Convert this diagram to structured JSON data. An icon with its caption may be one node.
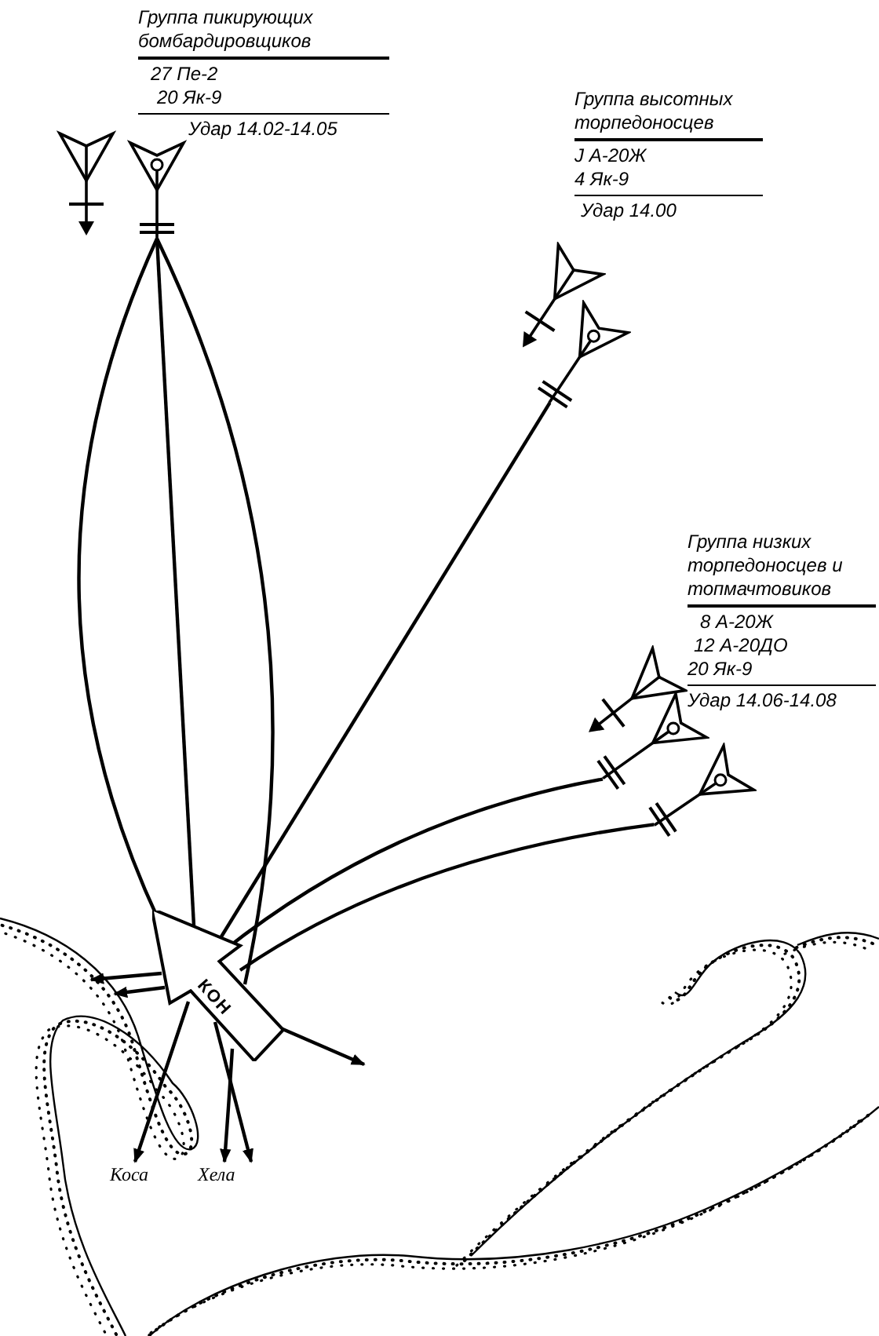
{
  "diagram": {
    "nodes": [
      {
        "text": [],
        "shape": "triangle"
      },
      {
        "text": [],
        "shape": "triangle"
      },
      {
        "text": [],
        "shape": "triangle"
      },
      {
        "text": [],
        "shape": "triangle"
      },
      {
        "text": [],
        "shape": "triangle"
      },
      {
        "text": [],
        "shape": "triangle"
      },
      {
        "text": [],
        "shape": "triangle"
      },
      {
        "text": [
          "КОН"
        ]
      },
      {
        "text": [
          "Коса"
        ]
      },
      {
        "text": [
          "Хела"
        ]
      }
    ],
    "edges": [
      {
        "from": 1,
        "to": 7,
        "arrow": "none"
      },
      {
        "from": 1,
        "to": 7,
        "arrow": "none"
      },
      {
        "from": 1,
        "to": 7,
        "arrow": "none"
      },
      {
        "from": 3,
        "to": 7,
        "arrow": "none"
      },
      {
        "from": 5,
        "to": 7,
        "arrow": "none"
      },
      {
        "from": 6,
        "to": 7,
        "arrow": "none"
      },
      {
        "from": 7,
        "to": null,
        "arrow": "to"
      },
      {
        "from": 7,
        "to": null,
        "arrow": "to"
      },
      {
        "from": 7,
        "to": 8,
        "arrow": "to"
      },
      {
        "from": 7,
        "to": 9,
        "arrow": "to"
      },
      {
        "from": 7,
        "to": 9,
        "arrow": "to"
      },
      {
        "from": 7,
        "to": null,
        "arrow": "to"
      }
    ],
    "labels": [
      "Группа пикирующих бомбардировщиков",
      "27 Пе-2",
      "20 Як-9",
      "Удар 14.02-14.05",
      "Группа высотных торпедоносцев",
      "J А-20Ж",
      "4 Як-9",
      "Удар 14.00",
      "Группа низких торпедоносцев и топмачтовиков",
      "8 А-20Ж",
      "12 А-20ДО",
      "20 Як-9",
      "Удар 14.06-14.08"
    ]
  }
}
